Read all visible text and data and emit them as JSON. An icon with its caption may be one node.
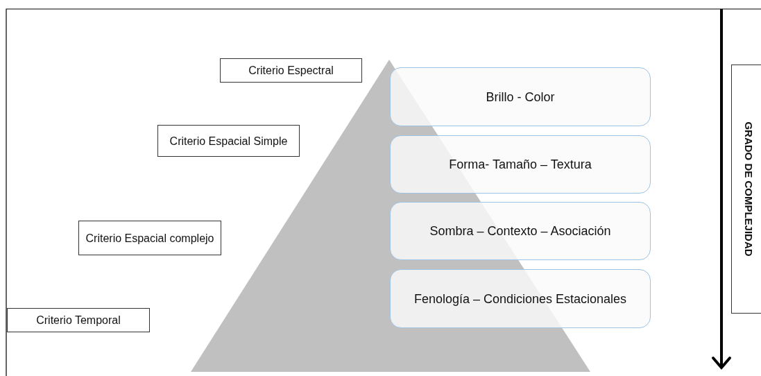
{
  "diagram": {
    "nodes": [
      {
        "text": [
          "Criterio Espectral"
        ]
      },
      {
        "text": [
          "Criterio Espacial Simple"
        ]
      },
      {
        "text": [
          "Criterio Espacial complejo"
        ]
      },
      {
        "text": [
          "Criterio Temporal"
        ]
      },
      {
        "text": [
          "Brillo - Color"
        ]
      },
      {
        "text": [
          "Forma- Tamaño – Textura"
        ]
      },
      {
        "text": [
          "Sombra – Contexto – Asociación"
        ]
      },
      {
        "text": [
          "Fenología – Condiciones Estacionales"
        ]
      },
      {
        "text": [
          "GRADO DE COMPLEJIDAD"
        ]
      }
    ],
    "edges": []
  }
}
